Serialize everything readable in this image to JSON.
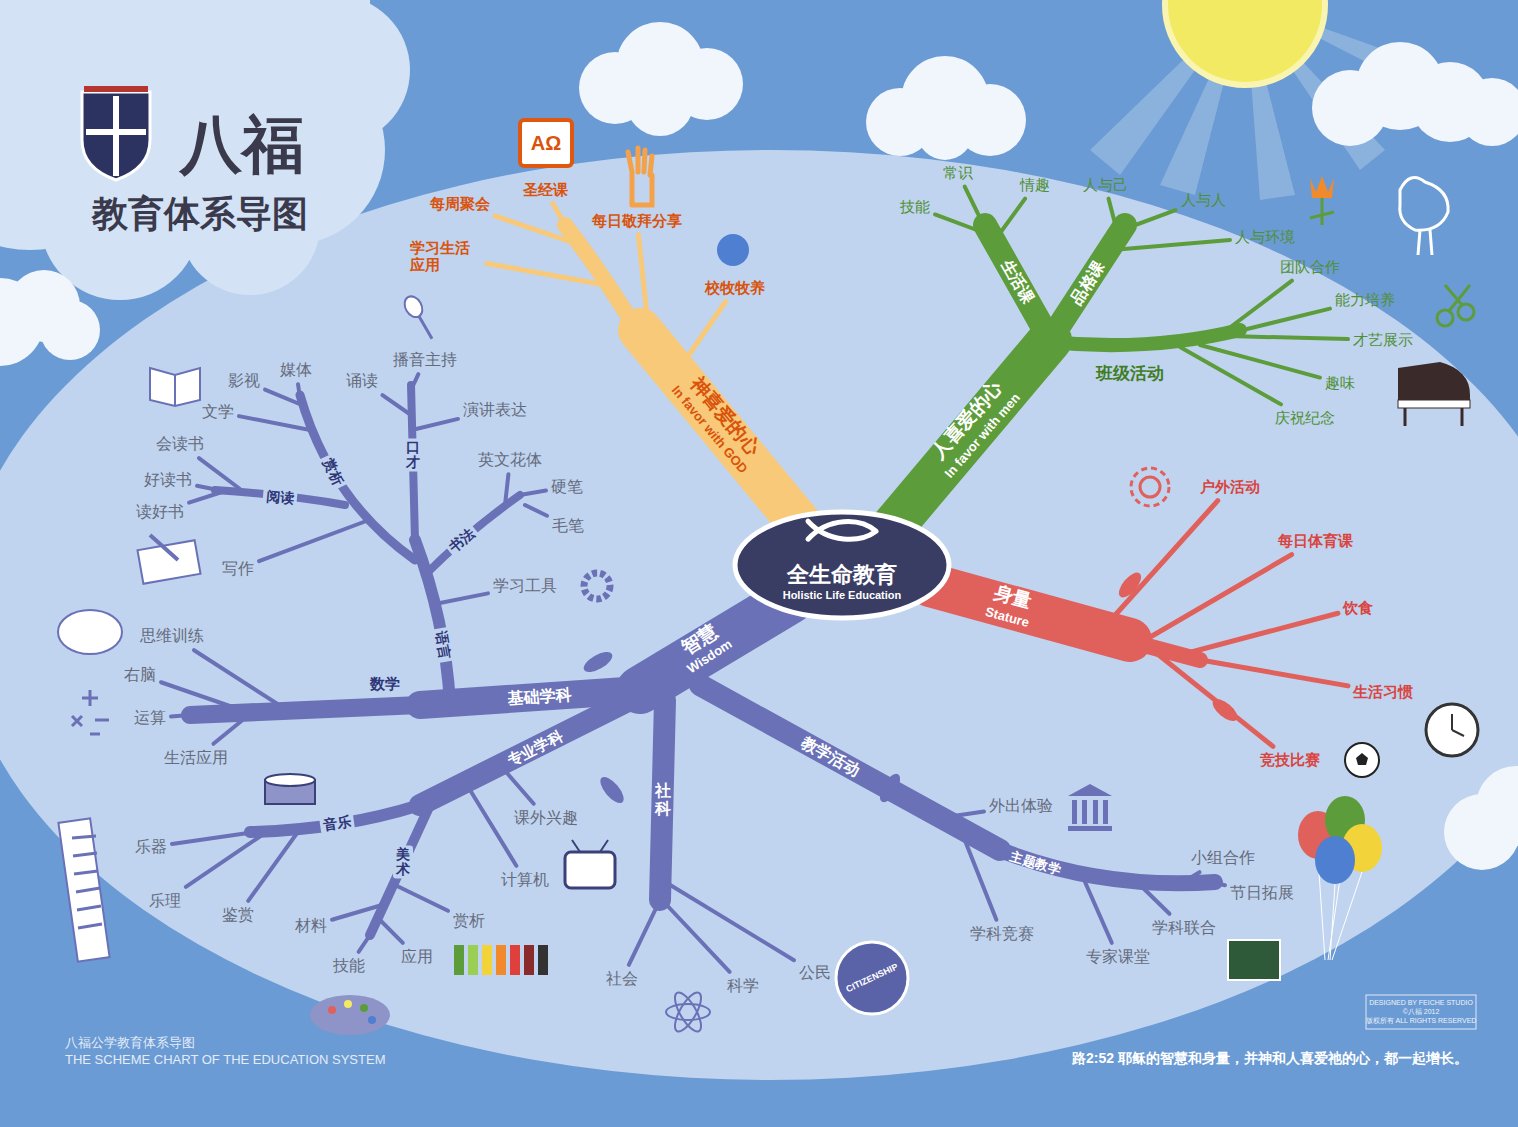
{
  "diagram": {
    "title": "八福",
    "caption": "八福公学教育体系导图",
    "nodes": [
      {
        "text": [
          "全生命教育",
          "Holistic Life Education"
        ]
      }
    ],
    "labels": [
      "教育体系导图",
      "神喜爱的心",
      "In favor with GOD",
      "每周聚会",
      "圣经课",
      "每日敬拜分享",
      "学习生活 应用",
      "校牧牧养",
      "人喜爱的心",
      "In favor with men",
      "生活课",
      "品格课",
      "班级活动",
      "技能",
      "常识",
      "情趣",
      "人与己",
      "人与人",
      "人与环境",
      "团队合作",
      "能力培养",
      "才艺展示",
      "趣味",
      "庆祝纪念",
      "身量",
      "Stature",
      "户外活动",
      "每日体育课",
      "饮食",
      "生活习惯",
      "竞技比赛",
      "智慧",
      "Wisdom",
      "基础学科",
      "专业学科",
      "社科",
      "教学活动",
      "主题教学",
      "数学",
      "语言",
      "书法",
      "口才",
      "赏析",
      "阅读",
      "音乐",
      "美术",
      "播音主持",
      "媒体",
      "影视",
      "诵读",
      "演讲表达",
      "文学",
      "英文花体",
      "会读书",
      "硬笔",
      "好读书",
      "读好书",
      "毛笔",
      "写作",
      "学习工具",
      "思维训练",
      "右脑",
      "运算",
      "生活应用",
      "课外兴趣",
      "计算机",
      "乐器",
      "乐理",
      "鉴赏",
      "材料",
      "赏析",
      "技能",
      "应用",
      "社会",
      "科学",
      "公民",
      "外出体验",
      "小组合作",
      "节日拓展",
      "学科联合",
      "学科竞赛",
      "专家课堂",
      "AΩ",
      "CITIZENSHIP",
      "路2:52 耶稣的智慧和身量，并神和人喜爱祂的心，都一起增长。",
      "DESIGNED BY FEICHE STUDIO",
      "©八福 2012",
      "版权所有 ALL RIGHTS RESERVED",
      "THE SCHEME CHART OF THE EDUCATION SYSTEM"
    ]
  }
}
